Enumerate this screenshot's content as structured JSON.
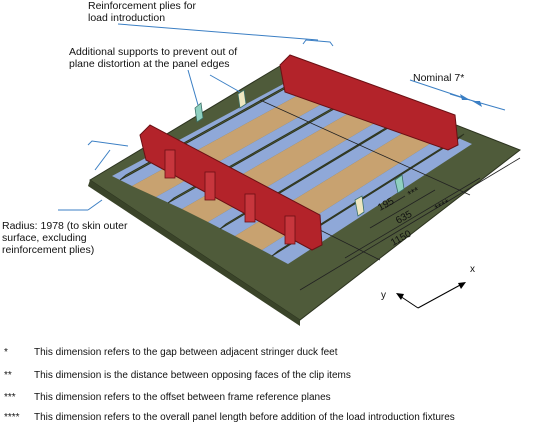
{
  "labels": {
    "reinforcement": "Reinforcement plies for load introduction",
    "supports": "Additional supports to prevent out of plane distortion at the panel edges",
    "nominal": "Nominal 7*",
    "radius": "Radius: 1978 (to skin outer surface, excluding reinforcement plies)"
  },
  "dimensions": {
    "d195": "195",
    "d195_mark": "***",
    "d635": "635",
    "d635_mark": "****",
    "d1150": "1150"
  },
  "axes": {
    "x": "x",
    "y": "y"
  },
  "notes": [
    {
      "mark": "*",
      "text": "This dimension refers to the gap between adjacent stringer duck feet"
    },
    {
      "mark": "**",
      "text": "This dimension is the distance between opposing faces of the clip items"
    },
    {
      "mark": "***",
      "text": "This dimension refers to the offset between frame reference planes"
    },
    {
      "mark": "****",
      "text": "This dimension refers to the overall panel length before addition of the load introduction fixtures"
    }
  ],
  "colors": {
    "skin": "#4f5b3a",
    "stringer_blue": "#8fa8d8",
    "stringer_tan": "#c8a270",
    "frame_red": "#b3232a",
    "leader_blue": "#3b7fc4"
  }
}
